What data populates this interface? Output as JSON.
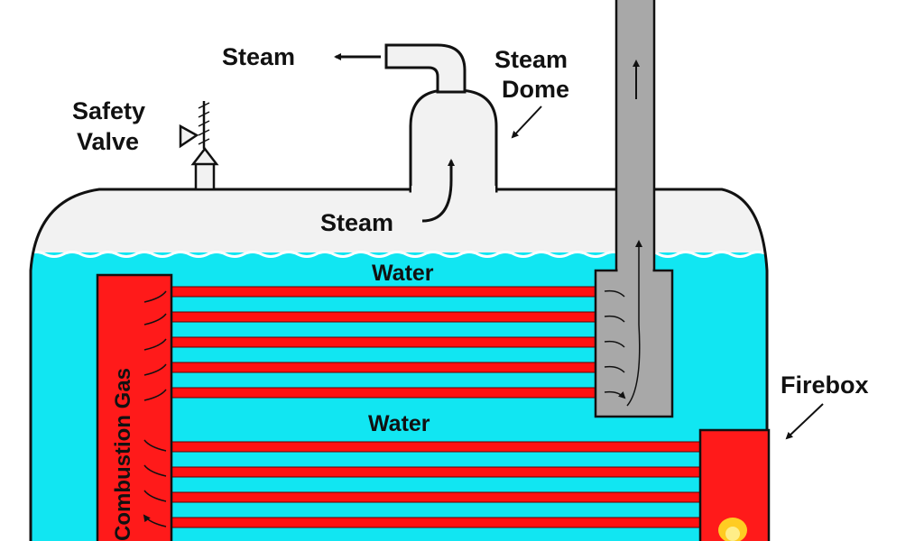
{
  "labels": {
    "steam_outlet": "Steam",
    "steam_dome_line1": "Steam",
    "steam_dome_line2": "Dome",
    "safety_valve_line1": "Safety",
    "safety_valve_line2": "Valve",
    "steam_space": "Steam",
    "water_upper": "Water",
    "water_lower": "Water",
    "combustion_gas": "Combustion Gas",
    "firebox": "Firebox"
  },
  "colors": {
    "water": "#11e6f2",
    "steam": "#f2f2f2",
    "tube": "#ff1111",
    "combustion_chamber": "#ff1a1a",
    "chimney": "#a8a8a8",
    "outline": "#111111",
    "flame": "#ffcc22"
  }
}
